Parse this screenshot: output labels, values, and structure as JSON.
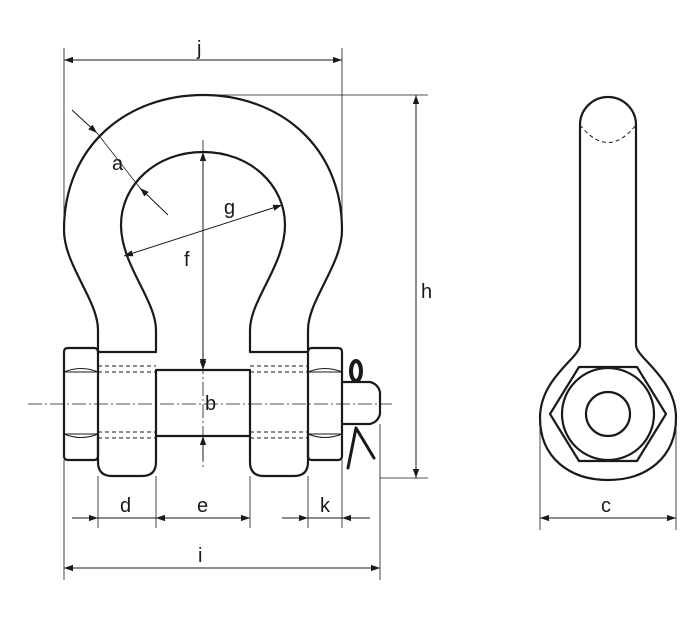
{
  "labels": {
    "a": "a",
    "b": "b",
    "c": "c",
    "d": "d",
    "e": "e",
    "f": "f",
    "g": "g",
    "h": "h",
    "i": "i",
    "j": "j",
    "k": "k"
  }
}
